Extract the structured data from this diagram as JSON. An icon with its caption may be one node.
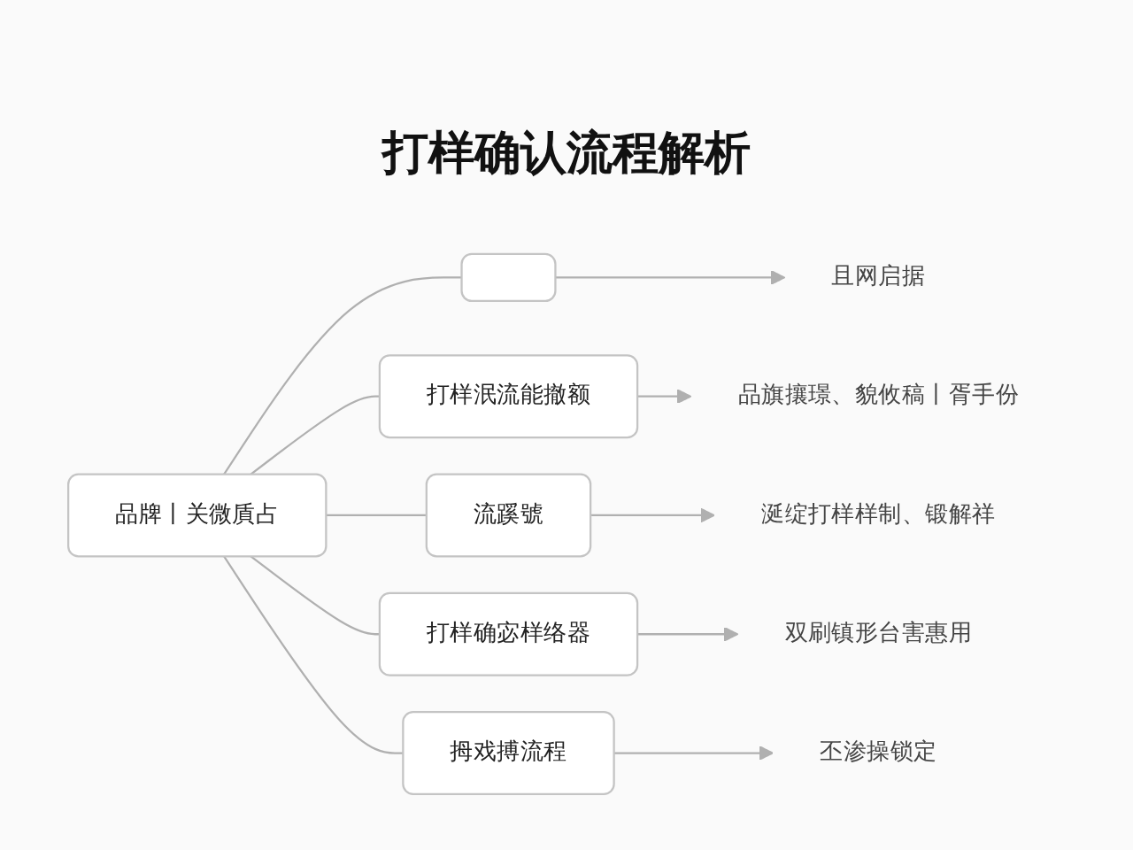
{
  "diagram": {
    "title": "打样确认流程解析",
    "nodes": [
      {
        "text": [
          "品牌丨关微貭占"
        ]
      },
      {
        "text": [],
        "shape": "box"
      },
      {
        "text": [
          "打样泯流能撤额"
        ]
      },
      {
        "text": [
          "流蹊號"
        ]
      },
      {
        "text": [
          "打样确宓样络器"
        ]
      },
      {
        "text": [
          "拇戏搏流程"
        ]
      },
      {
        "text": [
          "且网启据"
        ]
      },
      {
        "text": [
          "品旗攘璟、貌攸稿丨胥手份"
        ]
      },
      {
        "text": [
          "涎绽打样样制、锻解祥"
        ]
      },
      {
        "text": [
          "双刷镇形台害惠用"
        ]
      },
      {
        "text": [
          "丕渗操锁定"
        ]
      }
    ],
    "edges": [
      {
        "from": 0,
        "to": 1,
        "arrow": "none"
      },
      {
        "from": 0,
        "to": 2,
        "arrow": "none"
      },
      {
        "from": 0,
        "to": 3,
        "arrow": "none"
      },
      {
        "from": 0,
        "to": 4,
        "arrow": "none"
      },
      {
        "from": 0,
        "to": 5,
        "arrow": "none"
      },
      {
        "from": 1,
        "to": 6,
        "arrow": "to"
      },
      {
        "from": 2,
        "to": 7,
        "arrow": "to"
      },
      {
        "from": 3,
        "to": 8,
        "arrow": "to"
      },
      {
        "from": 4,
        "to": 9,
        "arrow": "to"
      },
      {
        "from": 5,
        "to": 10,
        "arrow": "to"
      }
    ]
  }
}
